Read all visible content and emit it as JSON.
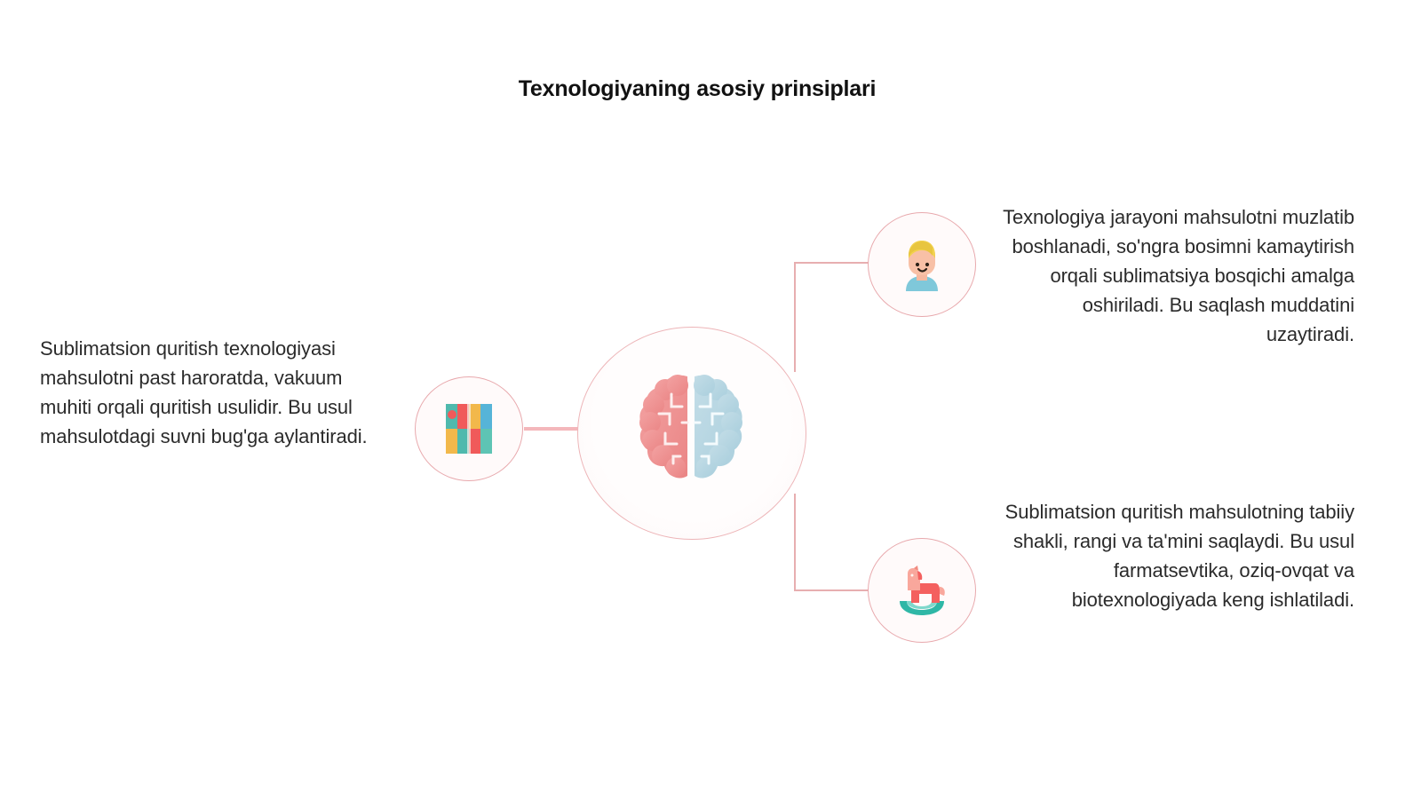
{
  "page": {
    "title": "Texnologiyaning asosiy prinsiplari",
    "background_color": "#ffffff",
    "accent_color": "#e8a9ad",
    "text_color": "#2b2b2b"
  },
  "diagram": {
    "type": "hub-and-spoke",
    "center_node": {
      "icon_name": "brain-icon",
      "icon_colors": {
        "left_hemisphere": "#f08f8f",
        "right_hemisphere": "#b3d4e0"
      }
    },
    "nodes": [
      {
        "position": "left",
        "icon_name": "color-grid-icon",
        "description": "Sublimatsion quritish texnologiyasi mahsulotni past haroratda, vakuum muhiti orqali quritish usulidir. Bu usul mahsulotdagi suvni bug'ga aylantiradi."
      },
      {
        "position": "top-right",
        "icon_name": "person-avatar-icon",
        "description": "Texnologiya jarayoni mahsulotni muzlatib boshlanadi, so'ngra bosimni kamaytirish orqali sublimatsiya bosqichi amalga oshiriladi. Bu saqlash muddatini uzaytiradi."
      },
      {
        "position": "bottom-right",
        "icon_name": "rocking-horse-icon",
        "description": "Sublimatsion quritish mahsulotning tabiiy shakli, rangi va ta'mini saqlaydi. Bu usul farmatsevtika, oziq-ovqat va biotexnologiyada keng ishlatiladi."
      }
    ]
  }
}
